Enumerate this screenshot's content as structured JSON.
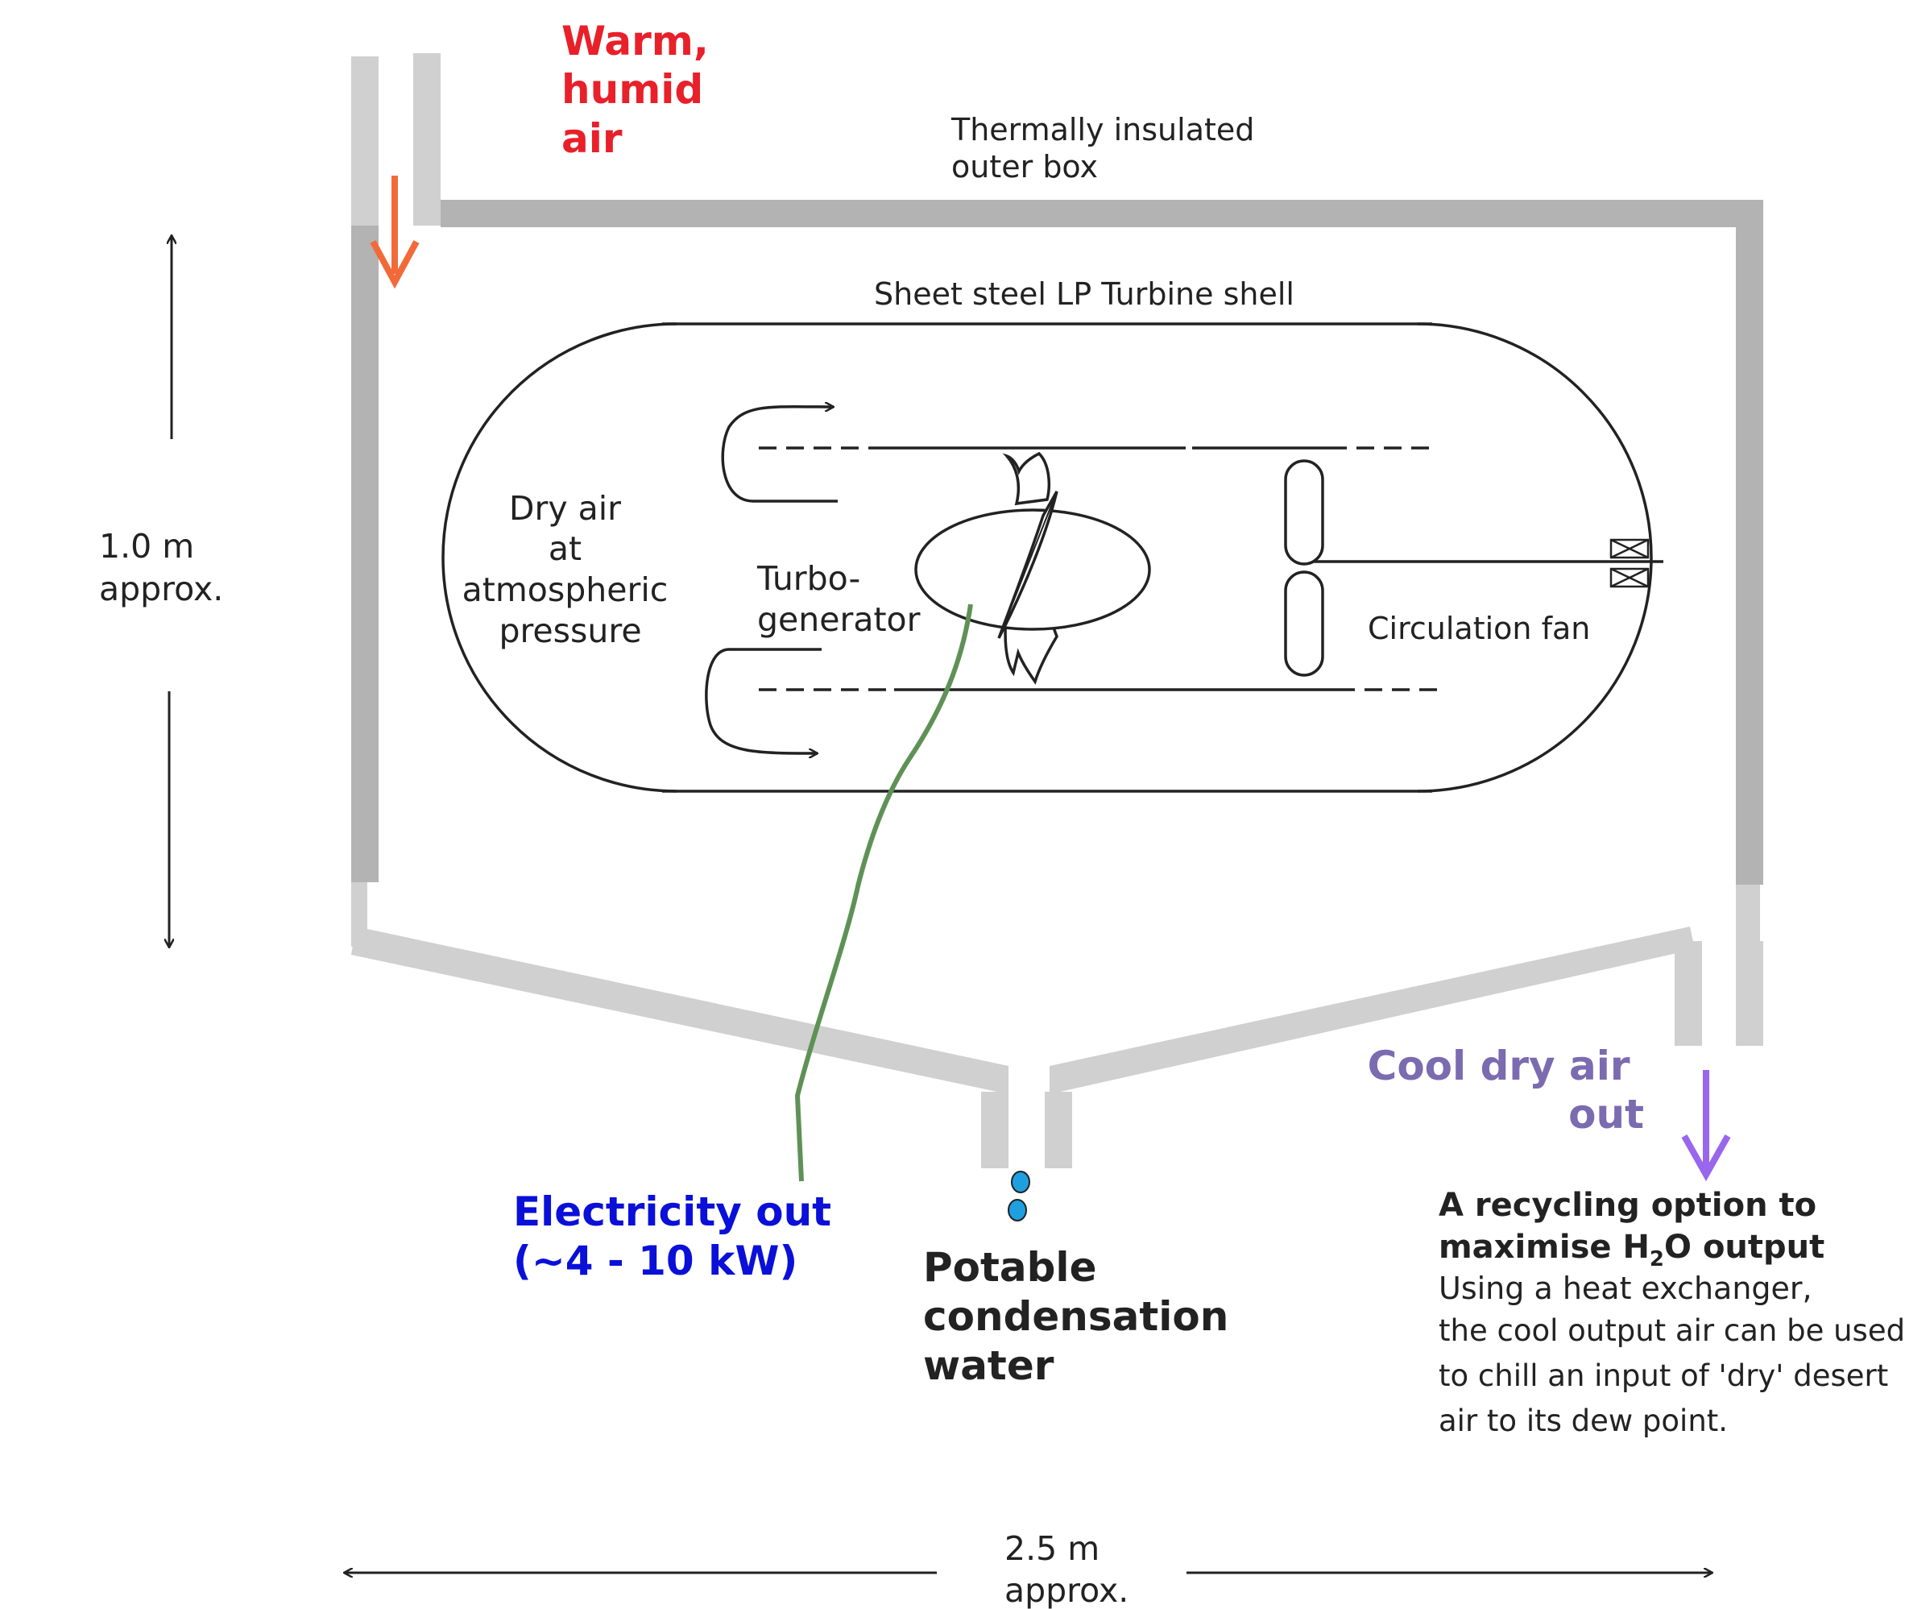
{
  "labels": {
    "warm_air": [
      "Warm,",
      "humid",
      "air"
    ],
    "outer_box": [
      "Thermally insulated",
      "outer box"
    ],
    "turbine_shell": "Sheet steel LP Turbine shell",
    "dry_air": [
      "Dry air",
      "at",
      "atmospheric",
      "pressure"
    ],
    "turbo": [
      "Turbo-",
      "generator"
    ],
    "fan": "Circulation fan",
    "height": [
      "1.0 m",
      "approx."
    ],
    "width": [
      "2.5 m",
      "approx."
    ],
    "cool_air": [
      "Cool dry air",
      "out"
    ],
    "electricity": [
      "Electricity out",
      "(~4 - 10 kW)"
    ],
    "water": [
      "Potable",
      "condensation",
      "water"
    ],
    "recycle_title_1": "A recycling option to",
    "recycle_title_2_pre": "maximise H",
    "recycle_title_2_sub": "2",
    "recycle_title_2_post": "O output",
    "recycle_body": [
      "Using a heat exchanger,",
      "the cool output air can be used",
      "to chill an input of  'dry' desert",
      "air to its dew point."
    ]
  },
  "colors": {
    "warm": "#e8202a",
    "warm_arrow": "#f26a3a",
    "cool": "#7b6bb0",
    "cool_arrow": "#9966ee",
    "electric": "#0a10d8",
    "wire": "#5f9156",
    "water_drop": "#1e9fe0",
    "wall_dark": "#b3b3b3",
    "wall_light": "#d0d0d0"
  }
}
